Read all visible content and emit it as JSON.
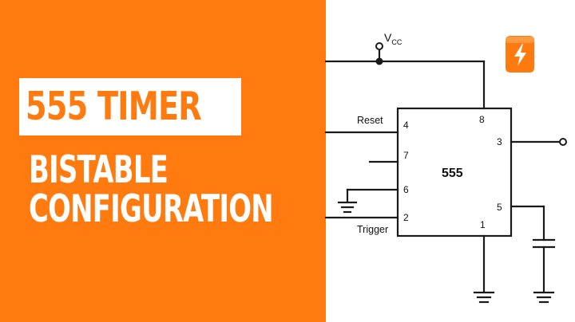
{
  "title": "555 TIMER",
  "subtitle_line1": "BISTABLE",
  "subtitle_line2": "CONFIGURATION",
  "colors": {
    "brand_orange": "#ff7a0f",
    "wire": "#1a1a1a",
    "white": "#ffffff"
  },
  "schematic": {
    "supply_label_main": "V",
    "supply_label_sub": "CC",
    "chip_label": "555",
    "signal_reset": "Reset",
    "signal_trigger": "Trigger",
    "pins": {
      "p1": "1",
      "p2": "2",
      "p3": "3",
      "p4": "4",
      "p5": "5",
      "p6": "6",
      "p7": "7",
      "p8": "8"
    }
  },
  "logo_icon": "lightning-bolt-icon"
}
